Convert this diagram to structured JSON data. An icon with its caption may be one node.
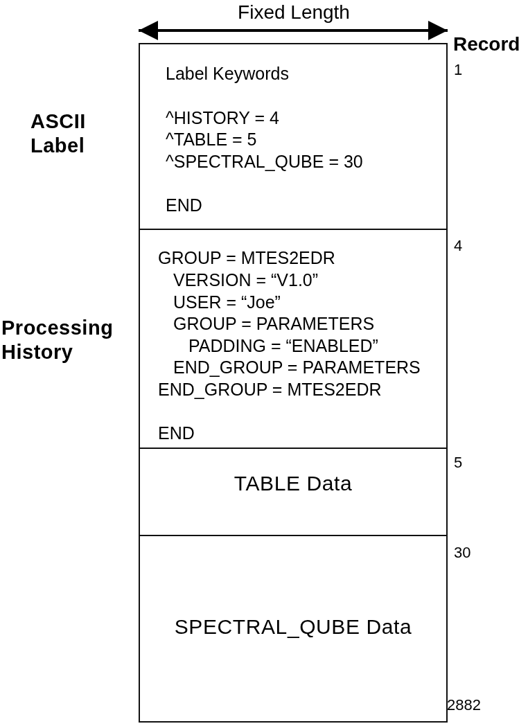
{
  "diagram": {
    "nodes": [
      {
        "text": [
          "Label Keywords",
          "^HISTORY = 4",
          "^TABLE = 5",
          "^SPECTRAL_QUBE = 30",
          "END"
        ],
        "beside": [
          "ASCII Label",
          "1"
        ]
      },
      {
        "text": [
          "GROUP = MTES2EDR",
          "VERSION = “V1.0”",
          "USER = “Joe”",
          "GROUP = PARAMETERS",
          "PADDING = “ENABLED”",
          "END_GROUP = PARAMETERS",
          "END_GROUP = MTES2EDR",
          "END"
        ],
        "beside": [
          "Processing History",
          "4"
        ]
      },
      {
        "text": [
          "TABLE Data"
        ],
        "beside": [
          "5"
        ]
      },
      {
        "text": [
          "SPECTRAL_QUBE Data"
        ],
        "beside": [
          "30",
          "2882"
        ]
      }
    ],
    "labels": [
      "Fixed Length",
      "Record"
    ]
  }
}
